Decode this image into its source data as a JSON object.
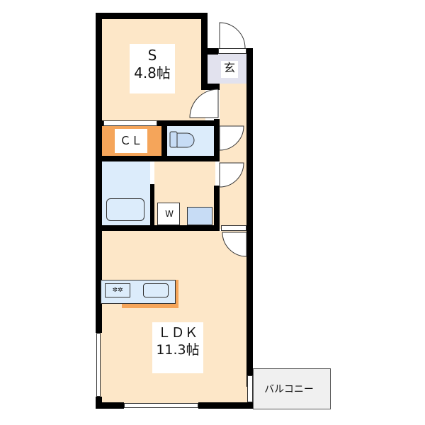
{
  "floorplan": {
    "rooms": {
      "service_room": {
        "name": "S",
        "area": "4.8帖"
      },
      "entrance": {
        "name": "玄"
      },
      "closet": {
        "name": "ＣＬ"
      },
      "washer": {
        "name": "W"
      },
      "ldk": {
        "name": "ＬＤＫ",
        "area": "11.3帖"
      },
      "balcony": {
        "name": "バルコニー"
      }
    },
    "colors": {
      "room_floor": "#fde7c8",
      "wet_area": "#dcecfb",
      "entrance": "#e2e2ee",
      "closet": "#f5a55a",
      "wall": "#000000"
    }
  }
}
